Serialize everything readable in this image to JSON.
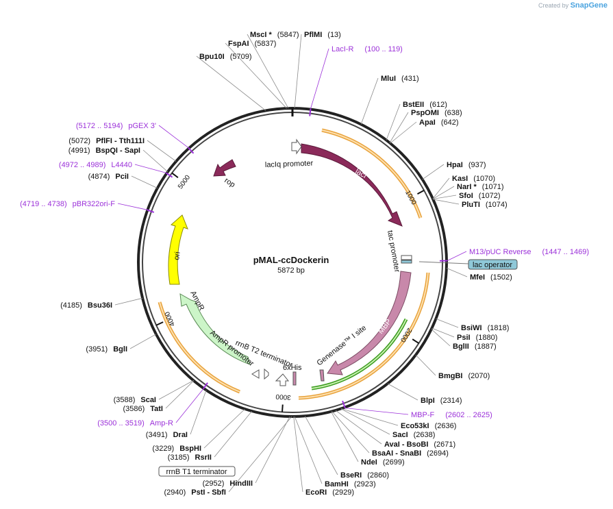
{
  "branding": {
    "prefix": "Created by",
    "name": "SnapGene"
  },
  "plasmid": {
    "name": "pMAL-ccDockerin",
    "length_label": "5872 bp",
    "total_bp": 5872
  },
  "ticks": [
    {
      "label": "1000",
      "bp": 1000
    },
    {
      "label": "2000",
      "bp": 2000
    },
    {
      "label": "3000",
      "bp": 3000
    },
    {
      "label": "4000",
      "bp": 4000
    },
    {
      "label": "5000",
      "bp": 5000
    }
  ],
  "features": [
    {
      "name": "lacI",
      "type": "cds",
      "start": 160,
      "end": 1240,
      "color": "#8b2a5a"
    },
    {
      "name": "lacIq promoter",
      "type": "promoter",
      "start": 80,
      "end": 160,
      "color": "#ffffff"
    },
    {
      "name": "tac promoter",
      "type": "promoter",
      "start": 1395,
      "end": 1425,
      "color": "#ffffff"
    },
    {
      "name": "lac operator",
      "type": "misc",
      "start": 1430,
      "end": 1450,
      "color": "#8fc8d8"
    },
    {
      "name": "MBP",
      "type": "cds",
      "start": 1600,
      "end": 2690,
      "color": "#c888aa"
    },
    {
      "name": "Genenase™ I site",
      "type": "site",
      "start": 2735,
      "end": 2750,
      "color": "#c888aa"
    },
    {
      "name": "6xHis",
      "type": "tag",
      "start": 2890,
      "end": 2910,
      "color": "#c888aa"
    },
    {
      "name": "rrnB T2 terminator",
      "type": "terminator",
      "start": 3040,
      "end": 3070,
      "color": "#ffffff"
    },
    {
      "name": "AmpR promoter",
      "type": "promoter",
      "start": 3160,
      "end": 3260,
      "color": "#ffffff"
    },
    {
      "name": "AmpR",
      "type": "cds",
      "start": 3260,
      "end": 4120,
      "color": "#ccf5c8"
    },
    {
      "name": "ori",
      "type": "origin",
      "start": 4290,
      "end": 4880,
      "color": "#ffff00"
    },
    {
      "name": "rop",
      "type": "cds",
      "start": 5450,
      "end": 5640,
      "color": "#8b2a5a"
    }
  ],
  "primers": [
    {
      "name": "LacI-R",
      "range": "(100 .. 119)",
      "bp": 110
    },
    {
      "name": "M13/pUC Reverse",
      "range": "(1447 .. 1469)",
      "bp": 1458
    },
    {
      "name": "MBP-F",
      "range": "(2602 .. 2625)",
      "bp": 2612
    },
    {
      "name": "Amp-R",
      "range": "(3500 .. 3519)",
      "bp": 3510
    },
    {
      "name": "pBR322ori-F",
      "range": "(4719 .. 4738)",
      "bp": 4728
    },
    {
      "name": "L4440",
      "range": "(4972 .. 4989)",
      "bp": 4980
    },
    {
      "name": "pGEX 3'",
      "range": "(5172 .. 5194)",
      "bp": 5183
    }
  ],
  "enzymes": [
    {
      "name": "MscI *",
      "pos": "(5847)",
      "bp": 5847
    },
    {
      "name": "FspAI",
      "pos": "(5837)",
      "bp": 5837
    },
    {
      "name": "Bpu10I",
      "pos": "(5709)",
      "bp": 5709
    },
    {
      "name": "PflMI",
      "pos": "(13)",
      "bp": 13
    },
    {
      "name": "MluI",
      "pos": "(431)",
      "bp": 431
    },
    {
      "name": "BstEII",
      "pos": "(612)",
      "bp": 612
    },
    {
      "name": "PspOMI",
      "pos": "(638)",
      "bp": 638
    },
    {
      "name": "ApaI",
      "pos": "(642)",
      "bp": 642
    },
    {
      "name": "HpaI",
      "pos": "(937)",
      "bp": 937
    },
    {
      "name": "KasI",
      "pos": "(1070)",
      "bp": 1070
    },
    {
      "name": "NarI *",
      "pos": "(1071)",
      "bp": 1071
    },
    {
      "name": "SfoI",
      "pos": "(1072)",
      "bp": 1072
    },
    {
      "name": "PluTI",
      "pos": "(1074)",
      "bp": 1074
    },
    {
      "name": "MfeI",
      "pos": "(1502)",
      "bp": 1502
    },
    {
      "name": "BsiWI",
      "pos": "(1818)",
      "bp": 1818
    },
    {
      "name": "PsiI",
      "pos": "(1880)",
      "bp": 1880
    },
    {
      "name": "BglII",
      "pos": "(1887)",
      "bp": 1887
    },
    {
      "name": "BmgBI",
      "pos": "(2070)",
      "bp": 2070
    },
    {
      "name": "BlpI",
      "pos": "(2314)",
      "bp": 2314
    },
    {
      "name": "Eco53kI",
      "pos": "(2636)",
      "bp": 2636
    },
    {
      "name": "SacI",
      "pos": "(2638)",
      "bp": 2638
    },
    {
      "name": "AvaI - BsoBI",
      "pos": "(2671)",
      "bp": 2671
    },
    {
      "name": "BsaAI - SnaBI",
      "pos": "(2694)",
      "bp": 2694
    },
    {
      "name": "NdeI",
      "pos": "(2699)",
      "bp": 2699
    },
    {
      "name": "BseRI",
      "pos": "(2860)",
      "bp": 2860
    },
    {
      "name": "BamHI",
      "pos": "(2923)",
      "bp": 2923
    },
    {
      "name": "EcoRI",
      "pos": "(2929)",
      "bp": 2929
    },
    {
      "name": "PstI - SbfI",
      "pos": "(2940)",
      "bp": 2940
    },
    {
      "name": "HindIII",
      "pos": "(2952)",
      "bp": 2952
    },
    {
      "name": "RsrII",
      "pos": "(3185)",
      "bp": 3185
    },
    {
      "name": "BspHI",
      "pos": "(3229)",
      "bp": 3229
    },
    {
      "name": "DraI",
      "pos": "(3491)",
      "bp": 3491
    },
    {
      "name": "TatI",
      "pos": "(3586)",
      "bp": 3586
    },
    {
      "name": "ScaI",
      "pos": "(3588)",
      "bp": 3588
    },
    {
      "name": "BglI",
      "pos": "(3951)",
      "bp": 3951
    },
    {
      "name": "Bsu36I",
      "pos": "(4185)",
      "bp": 4185
    },
    {
      "name": "PciI",
      "pos": "(4874)",
      "bp": 4874
    },
    {
      "name": "BspQI - SapI",
      "pos": "(4991)",
      "bp": 4991
    },
    {
      "name": "PflFI - Tth111I",
      "pos": "(5072)",
      "bp": 5072
    }
  ],
  "boxed_labels": [
    {
      "text": "rrnB T1 terminator"
    }
  ],
  "colors": {
    "primer": "#9b30d9",
    "orange_band": "#e8a23a",
    "green_band": "#3a9b1e"
  }
}
